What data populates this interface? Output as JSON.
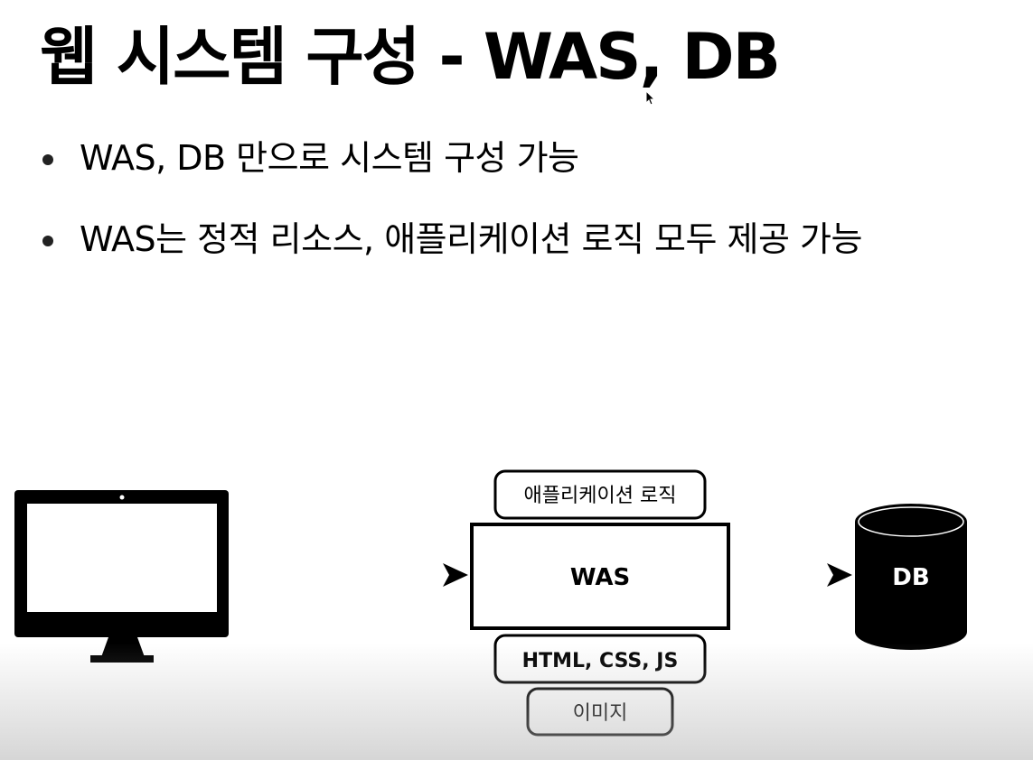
{
  "slide": {
    "title": "웹 시스템 구성 - WAS, DB",
    "bullets": [
      "WAS, DB 만으로 시스템 구성 가능",
      "WAS는 정적 리소스, 애플리케이션 로직 모두 제공 가능"
    ]
  },
  "diagram": {
    "client_icon": "monitor-icon",
    "was_label": "WAS",
    "app_logic_label": "애플리케이션 로직",
    "static_resources_label": "HTML, CSS, JS",
    "image_label": "이미지",
    "db_label": "DB",
    "db_icon": "database-cylinder-icon",
    "arrow_icon": "arrow-right-icon"
  },
  "colors": {
    "foreground": "#000000",
    "background": "#ffffff"
  }
}
